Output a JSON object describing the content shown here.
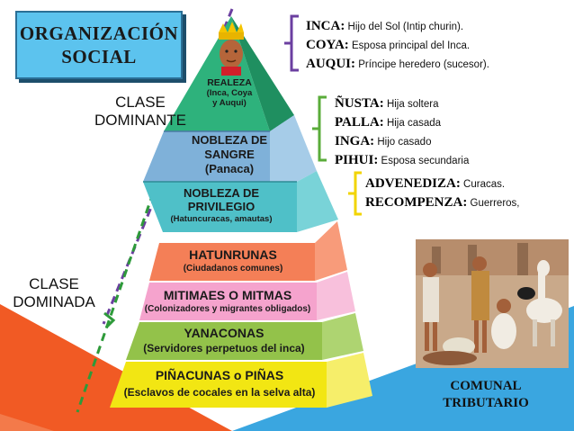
{
  "title": {
    "line1": "ORGANIZACIÓN",
    "line2": "SOCIAL"
  },
  "clase_dominante": {
    "line1": "CLASE",
    "line2": "DOMINANTE"
  },
  "clase_dominada": {
    "line1": "CLASE",
    "line2": "DOMINADA"
  },
  "upper_pyramid": {
    "realeza": {
      "name": "REALEZA",
      "desc1": "(Inca, Coya",
      "desc2": "y Auqui)"
    },
    "nobleza_sangre": {
      "name1": "NOBLEZA DE",
      "name2": "SANGRE",
      "desc": "(Panaca)"
    },
    "nobleza_privilegio": {
      "name1": "NOBLEZA DE",
      "name2": "PRIVILEGIO",
      "desc": "(Hatuncuracas, amautas)"
    }
  },
  "lower_pyramid": [
    {
      "name": "HATUNRUNAS",
      "desc": "(Ciudadanos comunes)",
      "color": "#f47f57"
    },
    {
      "name": "MITIMAES O MITMAS",
      "desc": "(Colonizadores y migrantes obligados)",
      "color": "#f5a3cd"
    },
    {
      "name": "YANACONAS",
      "desc": "(Servidores perpetuos del inca)",
      "color": "#93c24a"
    },
    {
      "name": "PIÑACUNAS o PIÑAS",
      "desc": "(Esclavos de cocales en la selva alta)",
      "color": "#f2e613"
    }
  ],
  "definitions_realeza": [
    {
      "term": "INCA:",
      "def": "Hijo del Sol (Intip churin)."
    },
    {
      "term": "COYA:",
      "def": "Esposa principal del Inca."
    },
    {
      "term": "AUQUI:",
      "def": "Príncipe heredero (sucesor)."
    }
  ],
  "definitions_sangre": [
    {
      "term": "ÑUSTA:",
      "def": "Hija soltera"
    },
    {
      "term": "PALLA:",
      "def": "Hija casada"
    },
    {
      "term": "INGA:",
      "def": "Hijo casado"
    },
    {
      "term": "PIHUI:",
      "def": "Esposa secundaria"
    }
  ],
  "definitions_privilegio": [
    {
      "term": "ADVENEDIZA:",
      "def": "Curacas."
    },
    {
      "term": "RECOMPENZA:",
      "def": "Guerreros,"
    }
  ],
  "comunal": {
    "line1": "COMUNAL",
    "line2": "TRIBUTARIO"
  },
  "colors": {
    "bg_orange": "#f15a24",
    "bg_blue": "#3aa6e0",
    "bracket_purple": "#6b3fa0",
    "bracket_green": "#5aac3a",
    "bracket_yellow": "#f2d400",
    "pyramid_green": "#2eb27c",
    "pyramid_blue": "#7fb1d9",
    "pyramid_teal": "#4fc0c8"
  },
  "icons": [
    "inca-portrait-icon",
    "market-scene-illustration"
  ]
}
